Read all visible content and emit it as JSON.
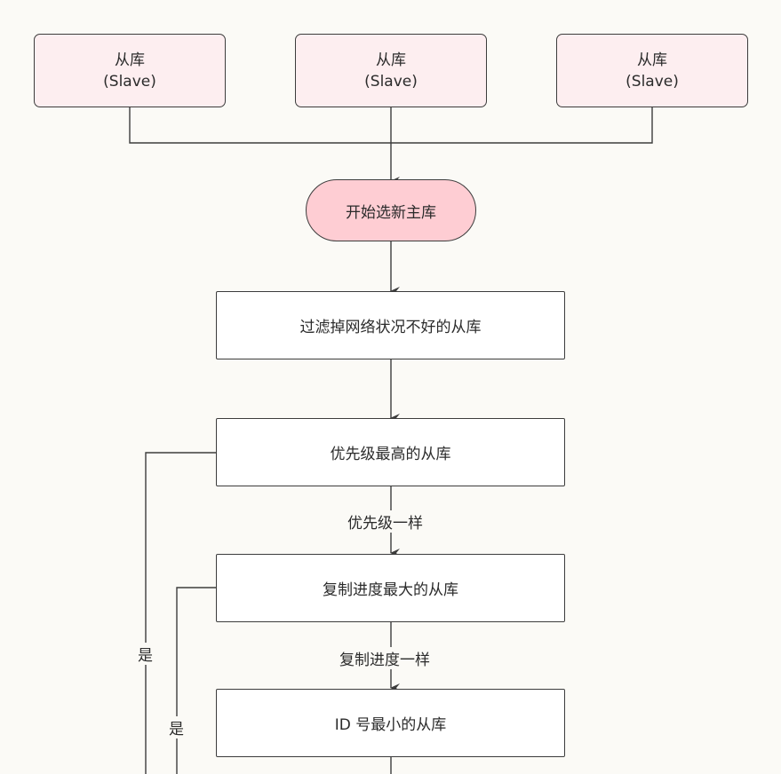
{
  "slaves": [
    {
      "line1": "从库",
      "line2": "(Slave)"
    },
    {
      "line1": "从库",
      "line2": "(Slave)"
    },
    {
      "line1": "从库",
      "line2": "(Slave)"
    }
  ],
  "start": {
    "label": "开始选新主库"
  },
  "steps": [
    {
      "label": "过滤掉网络状况不好的从库"
    },
    {
      "label": "优先级最高的从库"
    },
    {
      "label": "复制进度最大的从库"
    },
    {
      "label": "ID 号最小的从库"
    }
  ],
  "edge_labels": {
    "same_priority": "优先级一样",
    "same_progress": "复制进度一样",
    "yes_priority": "是",
    "yes_progress": "是"
  },
  "colors": {
    "slave_fill": "#fdeef0",
    "start_fill": "#fecdd3",
    "step_fill": "#ffffff",
    "stroke": "#3c3c3c"
  }
}
